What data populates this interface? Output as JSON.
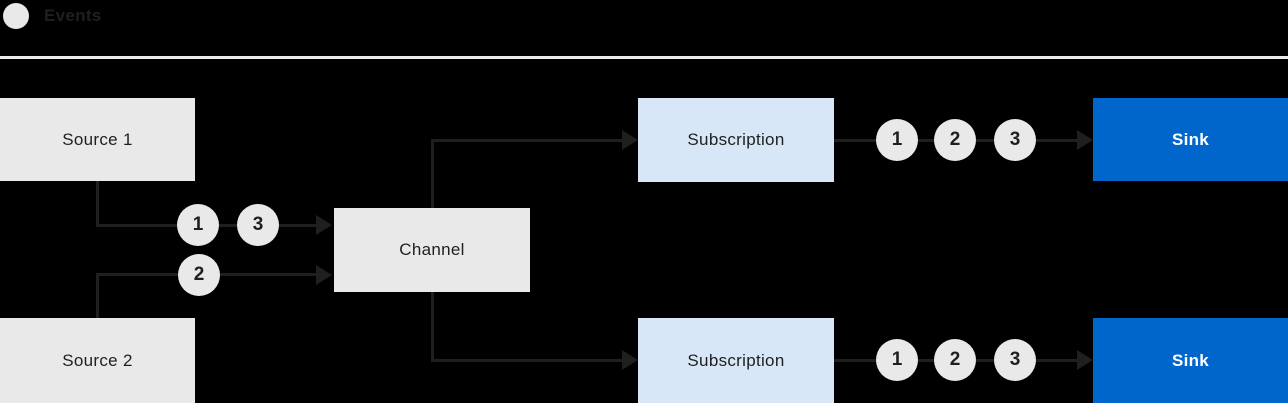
{
  "legend": {
    "label": "Events"
  },
  "colors": {
    "background": "#000000",
    "connector": "#1f1f1f",
    "divider": "#ebebeb",
    "node_gray": "#e9e9e9",
    "node_light_blue": "#d7e7f8",
    "node_blue": "#0066cc",
    "event_circle": "#e9e9e9",
    "text_dark": "#1f1f1f",
    "text_white": "#ffffff"
  },
  "nodes": {
    "source1": {
      "label": "Source 1"
    },
    "source2": {
      "label": "Source 2"
    },
    "channel": {
      "label": "Channel"
    },
    "subscription_top": {
      "label": "Subscription"
    },
    "subscription_bottom": {
      "label": "Subscription"
    },
    "sink_top": {
      "label": "Sink"
    },
    "sink_bottom": {
      "label": "Sink"
    }
  },
  "event_markers": {
    "source1_to_channel": [
      "1",
      "3"
    ],
    "source2_to_channel": [
      "2"
    ],
    "subscription_top_to_sink": [
      "1",
      "2",
      "3"
    ],
    "subscription_bottom_to_sink": [
      "1",
      "2",
      "3"
    ]
  }
}
